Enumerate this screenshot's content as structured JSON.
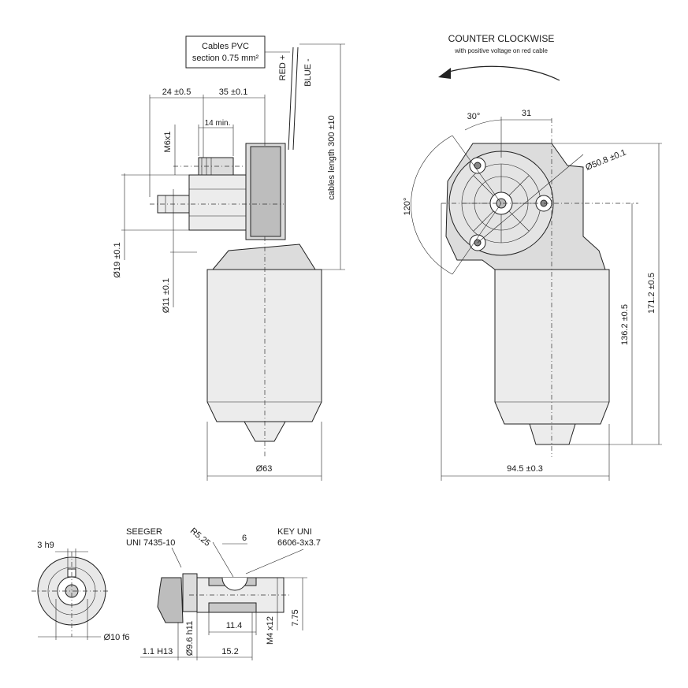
{
  "cables_box": {
    "line1": "Cables PVC",
    "line2": "section 0.75 mm²"
  },
  "wires": {
    "red": "RED +",
    "blue": "BLUE -"
  },
  "rotation": {
    "title": "COUNTER CLOCKWISE",
    "subtitle": "with positive voltage on red cable"
  },
  "side_view_dims": {
    "d24": "24 ±0.5",
    "d35": "35 ±0.1",
    "m6": "M6x1",
    "d14": "14 min.",
    "cable_len": "cables length  300 ±10",
    "d19": "Ø19 ±0.1",
    "d11": "Ø11 ±0.1",
    "d63": "Ø63"
  },
  "front_view_dims": {
    "a30": "30°",
    "d31": "31",
    "d50": "Ø50.8 ±0.1",
    "a120": "120°",
    "h136": "136.2 ±0.5",
    "h171": "171.2 ±0.5",
    "w94": "94.5 ±0.3"
  },
  "shaft_detail": {
    "d3h9": "3 h9",
    "d10f6": "Ø10 f6",
    "seeger1": "SEEGER",
    "seeger2": "UNI 7435-10",
    "r525": "R5.25",
    "d6": "6",
    "key1": "KEY UNI",
    "key2": "6606-3x3.7",
    "d96": "Ø9.6 h11",
    "d114": "11.4",
    "m4": "M4 x12",
    "d775": "7.75",
    "d11h13": "1.1 H13",
    "d152": "15.2"
  }
}
